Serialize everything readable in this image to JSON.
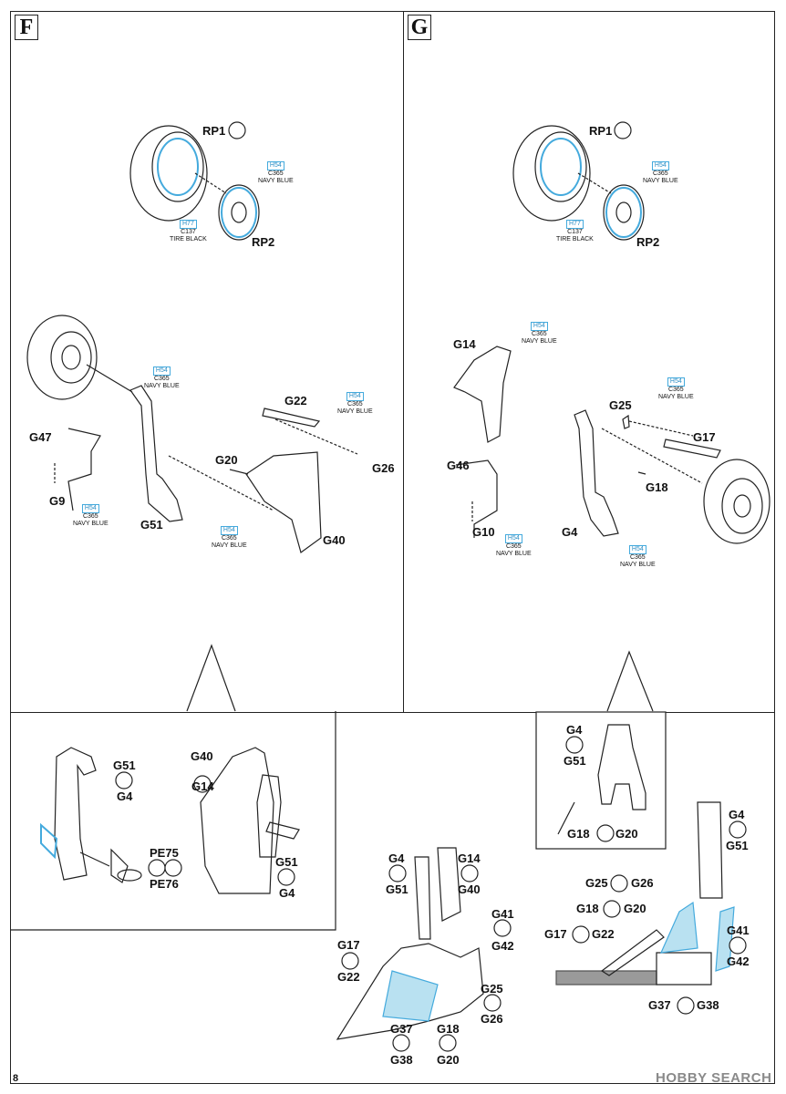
{
  "steps": {
    "f": "F",
    "g": "G"
  },
  "page_number": "8",
  "watermark": "HOBBY SEARCH",
  "paint": {
    "navy": {
      "code": "H54",
      "line2": "C365",
      "line3": "NAVY BLUE"
    },
    "tire": {
      "code": "H77",
      "line2": "C137",
      "line3": "TIRE BLACK"
    }
  },
  "panel_f": {
    "rp1": "RP1",
    "rp2": "RP2",
    "g47": "G47",
    "g9": "G9",
    "g51": "G51",
    "g22": "G22",
    "g20": "G20",
    "g26": "G26",
    "g40": "G40"
  },
  "panel_g": {
    "rp1": "RP1",
    "rp2": "RP2",
    "g14": "G14",
    "g25": "G25",
    "g17": "G17",
    "g46": "G46",
    "g18": "G18",
    "g10": "G10",
    "g4": "G4"
  },
  "detail_left": {
    "a_top": "G51",
    "a_bottom": "G4",
    "pe_top": "PE75",
    "pe_bottom": "PE76",
    "b_top": "G40",
    "b_bottom": "G14",
    "c_top": "G51",
    "c_bottom": "G4"
  },
  "detail_right_box": {
    "top": "G4",
    "bottom": "G51",
    "pair_a": "G18",
    "pair_b": "G20"
  },
  "detail_center": {
    "c1_top": "G4",
    "c1_bottom": "G51",
    "c2_top": "G14",
    "c2_bottom": "G40",
    "c3_top": "G41",
    "c3_bottom": "G42",
    "c4_top": "G17",
    "c4_bottom": "G22",
    "c5_top": "G25",
    "c5_bottom": "G26",
    "c6_top": "G37",
    "c6_bottom": "G38",
    "c7_top": "G18",
    "c7_bottom": "G20"
  },
  "detail_right": {
    "r1_top": "G4",
    "r1_bottom": "G51",
    "p1_a": "G25",
    "p1_b": "G26",
    "p2_a": "G18",
    "p2_b": "G20",
    "p3_a": "G17",
    "p3_b": "G22",
    "r2_top": "G41",
    "r2_bottom": "G42",
    "p4_a": "G37",
    "p4_b": "G38"
  }
}
